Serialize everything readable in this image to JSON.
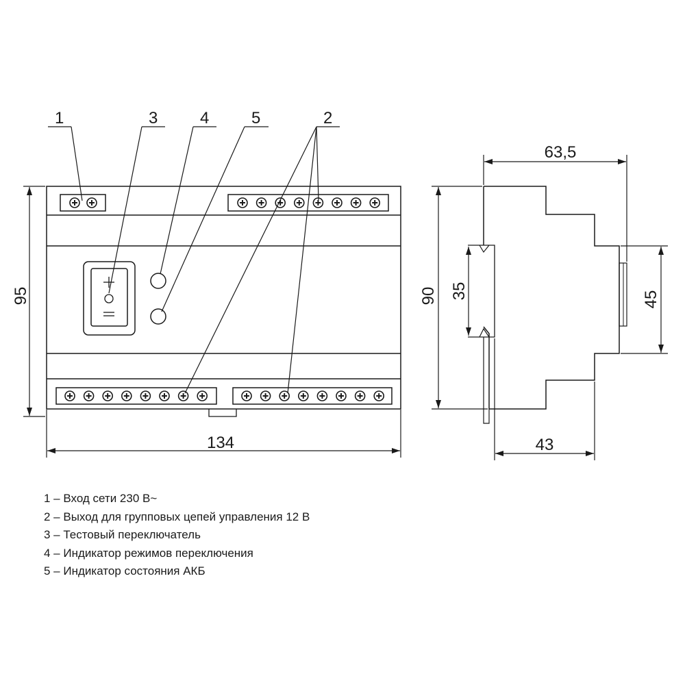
{
  "callouts": {
    "c1": "1",
    "c2": "2",
    "c3": "3",
    "c4": "4",
    "c5": "5"
  },
  "dimensions": {
    "front_height": "95",
    "front_width": "134",
    "side_height": "90",
    "side_depth_top": "63,5",
    "side_rail": "35",
    "side_front": "45",
    "side_depth_bottom": "43"
  },
  "legend": [
    "1 – Вход сети 230 В~",
    "2 – Выход для групповых цепей управления 12 В",
    "3 – Тестовый переключатель",
    "4 – Индикатор режимов переключения",
    "5 – Индикатор состояния АКБ"
  ]
}
